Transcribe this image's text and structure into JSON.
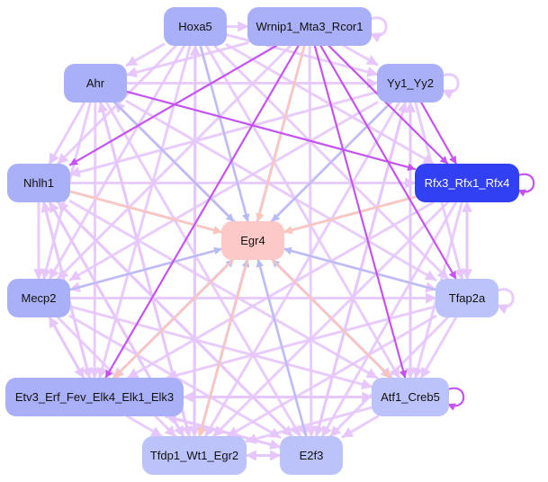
{
  "diagram": {
    "title": "",
    "colors": {
      "edge_default": "#e6c6fb",
      "edge_strong": "#c553f3",
      "edge_blue": "#b6bcf3",
      "edge_peach": "#fbc6b8",
      "node_strong": "#3240f4",
      "node_center": "#fcc9c8"
    },
    "nodes": [
      {
        "id": "hoxa5",
        "label": "Hoxa5"
      },
      {
        "id": "wrnip1",
        "label": "Wrnip1_Mta3_Rcor1"
      },
      {
        "id": "ahr",
        "label": "Ahr"
      },
      {
        "id": "yy1",
        "label": "Yy1_Yy2"
      },
      {
        "id": "nhlh1",
        "label": "Nhlh1"
      },
      {
        "id": "rfx3",
        "label": "Rfx3_Rfx1_Rfx4"
      },
      {
        "id": "egr4",
        "label": "Egr4"
      },
      {
        "id": "mecp2",
        "label": "Mecp2"
      },
      {
        "id": "tfap2a",
        "label": "Tfap2a"
      },
      {
        "id": "etv3",
        "label": "Etv3_Erf_Fev_Elk4_Elk1_Elk3"
      },
      {
        "id": "atf1",
        "label": "Atf1_Creb5"
      },
      {
        "id": "tfdp1",
        "label": "Tfdp1_Wt1_Egr2"
      },
      {
        "id": "e2f3",
        "label": "E2f3"
      }
    ],
    "edges": [
      {
        "from": "hoxa5",
        "to": "egr4",
        "kind": "blue"
      },
      {
        "from": "wrnip1",
        "to": "egr4",
        "kind": "peach"
      },
      {
        "from": "ahr",
        "to": "egr4",
        "kind": "blue"
      },
      {
        "from": "yy1",
        "to": "egr4",
        "kind": "blue"
      },
      {
        "from": "nhlh1",
        "to": "egr4",
        "kind": "peach"
      },
      {
        "from": "rfx3",
        "to": "egr4",
        "kind": "peach"
      },
      {
        "from": "mecp2",
        "to": "egr4",
        "kind": "blue"
      },
      {
        "from": "tfap2a",
        "to": "egr4",
        "kind": "blue"
      },
      {
        "from": "etv3",
        "to": "egr4",
        "kind": "blue"
      },
      {
        "from": "atf1",
        "to": "egr4",
        "kind": "blue"
      },
      {
        "from": "tfdp1",
        "to": "egr4",
        "kind": "blue"
      },
      {
        "from": "e2f3",
        "to": "egr4",
        "kind": "blue"
      },
      {
        "from": "egr4",
        "to": "etv3",
        "kind": "peach"
      },
      {
        "from": "egr4",
        "to": "atf1",
        "kind": "peach"
      },
      {
        "from": "egr4",
        "to": "tfdp1",
        "kind": "peach"
      },
      {
        "from": "wrnip1",
        "to": "nhlh1",
        "kind": "strong"
      },
      {
        "from": "wrnip1",
        "to": "rfx3",
        "kind": "strong"
      },
      {
        "from": "wrnip1",
        "to": "tfap2a",
        "kind": "strong"
      },
      {
        "from": "wrnip1",
        "to": "atf1",
        "kind": "strong"
      },
      {
        "from": "wrnip1",
        "to": "etv3",
        "kind": "strong"
      },
      {
        "from": "yy1",
        "to": "rfx3",
        "kind": "strong"
      },
      {
        "from": "ahr",
        "to": "rfx3",
        "kind": "strong"
      },
      {
        "from": "hoxa5",
        "to": "wrnip1",
        "kind": "default"
      },
      {
        "from": "hoxa5",
        "to": "ahr",
        "kind": "default"
      },
      {
        "from": "hoxa5",
        "to": "yy1",
        "kind": "default"
      },
      {
        "from": "hoxa5",
        "to": "nhlh1",
        "kind": "default"
      },
      {
        "from": "hoxa5",
        "to": "rfx3",
        "kind": "default"
      },
      {
        "from": "hoxa5",
        "to": "tfap2a",
        "kind": "default"
      },
      {
        "from": "hoxa5",
        "to": "mecp2",
        "kind": "default"
      },
      {
        "from": "hoxa5",
        "to": "atf1",
        "kind": "default"
      },
      {
        "from": "hoxa5",
        "to": "etv3",
        "kind": "default"
      },
      {
        "from": "hoxa5",
        "to": "tfdp1",
        "kind": "default"
      },
      {
        "from": "hoxa5",
        "to": "e2f3",
        "kind": "default"
      },
      {
        "from": "wrnip1",
        "to": "ahr",
        "kind": "default"
      },
      {
        "from": "wrnip1",
        "to": "yy1",
        "kind": "default"
      },
      {
        "from": "wrnip1",
        "to": "mecp2",
        "kind": "default"
      },
      {
        "from": "wrnip1",
        "to": "tfdp1",
        "kind": "default"
      },
      {
        "from": "wrnip1",
        "to": "e2f3",
        "kind": "default"
      },
      {
        "from": "ahr",
        "to": "yy1",
        "kind": "default"
      },
      {
        "from": "ahr",
        "to": "nhlh1",
        "kind": "default"
      },
      {
        "from": "ahr",
        "to": "mecp2",
        "kind": "default"
      },
      {
        "from": "ahr",
        "to": "tfap2a",
        "kind": "default"
      },
      {
        "from": "ahr",
        "to": "etv3",
        "kind": "default"
      },
      {
        "from": "ahr",
        "to": "atf1",
        "kind": "default"
      },
      {
        "from": "ahr",
        "to": "tfdp1",
        "kind": "default"
      },
      {
        "from": "ahr",
        "to": "e2f3",
        "kind": "default"
      },
      {
        "from": "yy1",
        "to": "nhlh1",
        "kind": "default"
      },
      {
        "from": "yy1",
        "to": "tfap2a",
        "kind": "default"
      },
      {
        "from": "yy1",
        "to": "mecp2",
        "kind": "default"
      },
      {
        "from": "yy1",
        "to": "etv3",
        "kind": "default"
      },
      {
        "from": "yy1",
        "to": "atf1",
        "kind": "default"
      },
      {
        "from": "yy1",
        "to": "tfdp1",
        "kind": "default"
      },
      {
        "from": "yy1",
        "to": "e2f3",
        "kind": "default"
      },
      {
        "from": "nhlh1",
        "to": "rfx3",
        "kind": "default"
      },
      {
        "from": "nhlh1",
        "to": "mecp2",
        "kind": "default"
      },
      {
        "from": "nhlh1",
        "to": "tfap2a",
        "kind": "default"
      },
      {
        "from": "nhlh1",
        "to": "etv3",
        "kind": "default"
      },
      {
        "from": "nhlh1",
        "to": "atf1",
        "kind": "default"
      },
      {
        "from": "nhlh1",
        "to": "tfdp1",
        "kind": "default"
      },
      {
        "from": "nhlh1",
        "to": "e2f3",
        "kind": "default"
      },
      {
        "from": "rfx3",
        "to": "tfap2a",
        "kind": "default"
      },
      {
        "from": "rfx3",
        "to": "mecp2",
        "kind": "default"
      },
      {
        "from": "rfx3",
        "to": "etv3",
        "kind": "default"
      },
      {
        "from": "rfx3",
        "to": "atf1",
        "kind": "default"
      },
      {
        "from": "rfx3",
        "to": "tfdp1",
        "kind": "default"
      },
      {
        "from": "rfx3",
        "to": "e2f3",
        "kind": "default"
      },
      {
        "from": "mecp2",
        "to": "etv3",
        "kind": "default"
      },
      {
        "from": "mecp2",
        "to": "tfap2a",
        "kind": "default"
      },
      {
        "from": "mecp2",
        "to": "atf1",
        "kind": "default"
      },
      {
        "from": "mecp2",
        "to": "tfdp1",
        "kind": "default"
      },
      {
        "from": "mecp2",
        "to": "e2f3",
        "kind": "default"
      },
      {
        "from": "tfap2a",
        "to": "etv3",
        "kind": "default"
      },
      {
        "from": "tfap2a",
        "to": "atf1",
        "kind": "default"
      },
      {
        "from": "tfap2a",
        "to": "tfdp1",
        "kind": "default"
      },
      {
        "from": "tfap2a",
        "to": "e2f3",
        "kind": "default"
      },
      {
        "from": "tfap2a",
        "to": "rfx3",
        "kind": "default"
      },
      {
        "from": "etv3",
        "to": "atf1",
        "kind": "default"
      },
      {
        "from": "etv3",
        "to": "tfdp1",
        "kind": "default"
      },
      {
        "from": "etv3",
        "to": "e2f3",
        "kind": "default"
      },
      {
        "from": "etv3",
        "to": "nhlh1",
        "kind": "default"
      },
      {
        "from": "etv3",
        "to": "mecp2",
        "kind": "default"
      },
      {
        "from": "atf1",
        "to": "tfdp1",
        "kind": "default"
      },
      {
        "from": "atf1",
        "to": "e2f3",
        "kind": "default"
      },
      {
        "from": "atf1",
        "to": "etv3",
        "kind": "default"
      },
      {
        "from": "atf1",
        "to": "ahr",
        "kind": "default"
      },
      {
        "from": "atf1",
        "to": "yy1",
        "kind": "default"
      },
      {
        "from": "tfdp1",
        "to": "e2f3",
        "kind": "default"
      },
      {
        "from": "tfdp1",
        "to": "nhlh1",
        "kind": "default"
      },
      {
        "from": "tfdp1",
        "to": "ahr",
        "kind": "default"
      },
      {
        "from": "tfdp1",
        "to": "hoxa5",
        "kind": "default"
      },
      {
        "from": "e2f3",
        "to": "tfdp1",
        "kind": "default"
      },
      {
        "from": "e2f3",
        "to": "etv3",
        "kind": "default"
      },
      {
        "from": "e2f3",
        "to": "nhlh1",
        "kind": "default"
      },
      {
        "from": "e2f3",
        "to": "yy1",
        "kind": "default"
      }
    ],
    "self_loops": [
      {
        "node": "wrnip1",
        "kind": "default"
      },
      {
        "node": "yy1",
        "kind": "default"
      },
      {
        "node": "rfx3",
        "kind": "strong"
      },
      {
        "node": "tfap2a",
        "kind": "default"
      },
      {
        "node": "atf1",
        "kind": "strong"
      }
    ]
  }
}
